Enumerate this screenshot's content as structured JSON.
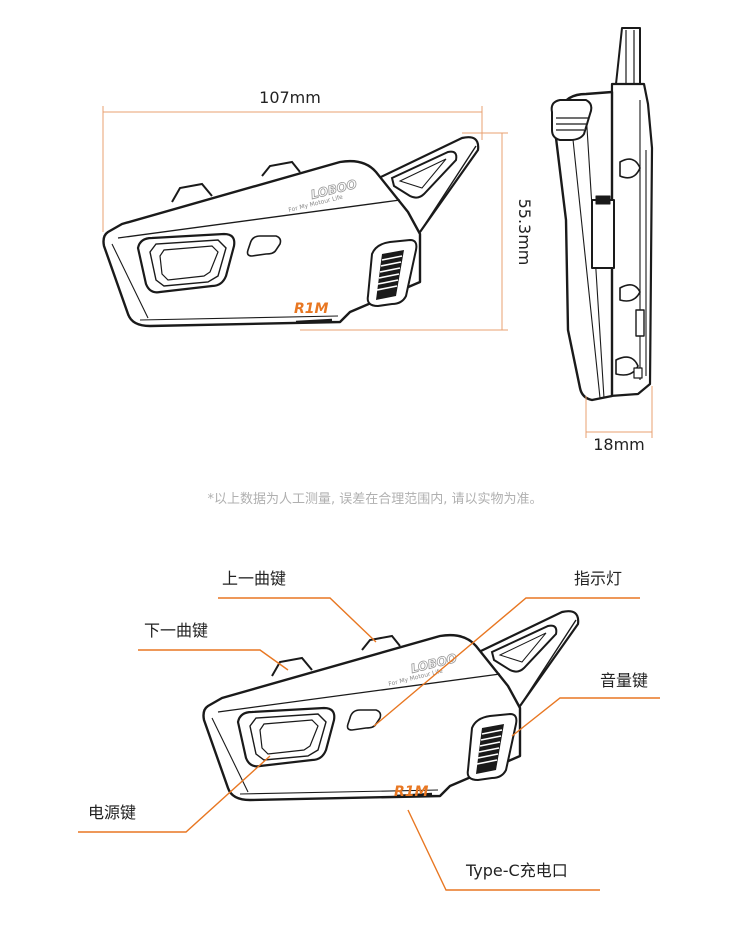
{
  "dimensions": {
    "length": "107mm",
    "height": "55.3mm",
    "thickness": "18mm"
  },
  "product": {
    "brand": "LOBOO",
    "tagline": "For My Motour Life",
    "model": "R1M"
  },
  "disclaimer": "*以上数据为人工测量, 误差在合理范围内, 请以实物为准。",
  "callouts": {
    "prev_track": "上一曲键",
    "next_track": "下一曲键",
    "indicator": "指示灯",
    "volume": "音量键",
    "power": "电源键",
    "charge_port": "Type-C充电口"
  },
  "colors": {
    "leader": "#e87722",
    "dimension_line": "#e8a070",
    "outline": "#1a1a1a",
    "model_accent": "#e87722",
    "disclaimer_text": "#b0b0b0"
  }
}
